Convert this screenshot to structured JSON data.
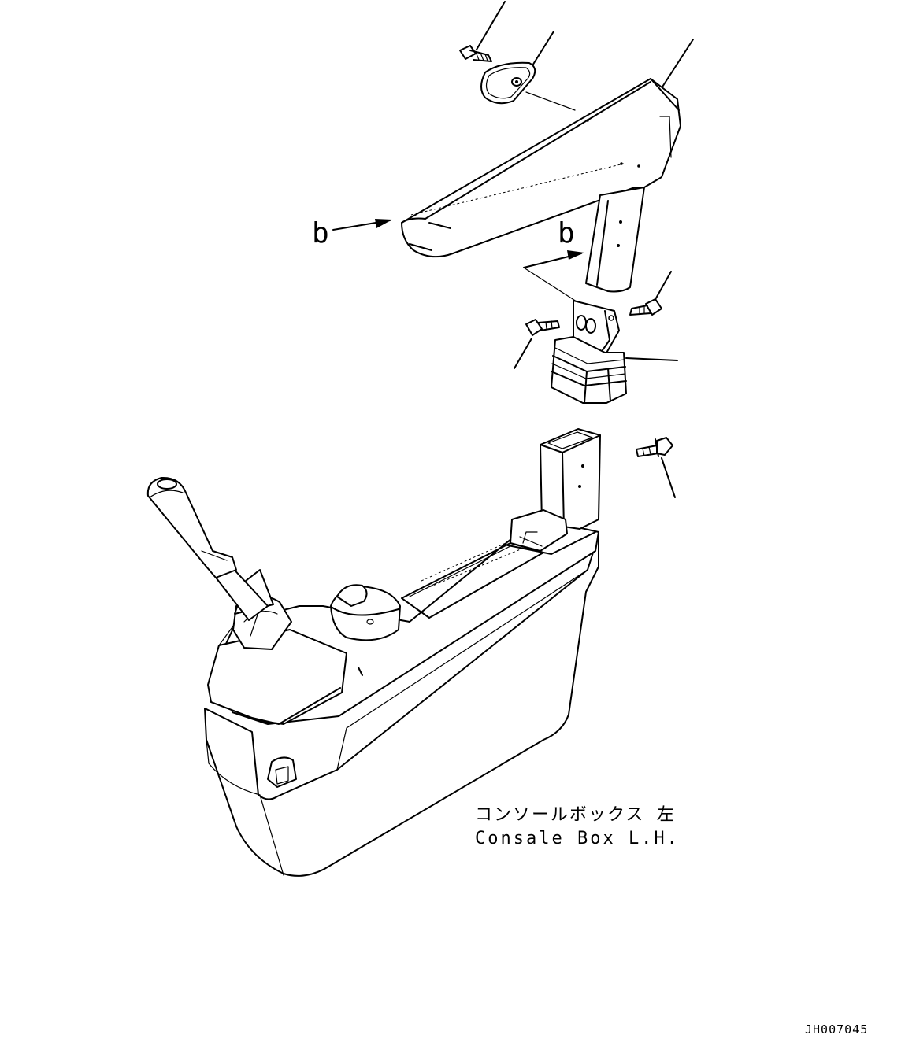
{
  "labels": {
    "view_marker_1": "b",
    "view_marker_2": "b",
    "caption_jp": "コンソールボックス 左",
    "caption_en": "Consale Box L.H.",
    "drawing_number": "JH007045"
  },
  "colors": {
    "line": "#000000",
    "background": "#ffffff"
  }
}
